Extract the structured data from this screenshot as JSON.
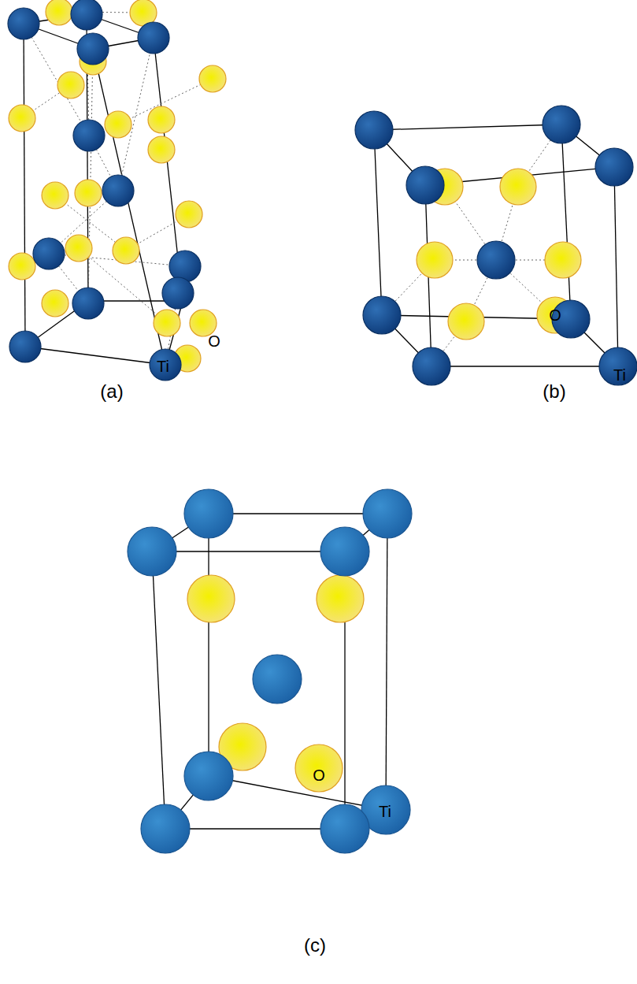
{
  "diagram": {
    "labels": [
      "O",
      "Ti",
      "(a)",
      "O",
      "Ti",
      "(b)",
      "O",
      "Ti",
      "(c)"
    ]
  }
}
